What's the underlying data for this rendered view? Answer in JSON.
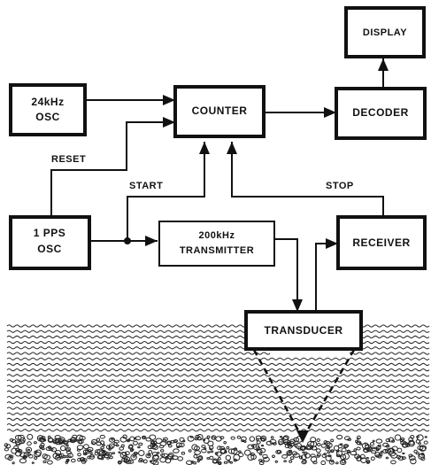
{
  "blocks": {
    "osc_24khz": [
      "24kHz",
      "OSC"
    ],
    "counter": [
      "COUNTER"
    ],
    "decoder": [
      "DECODER"
    ],
    "display": [
      "DISPLAY"
    ],
    "pps_osc": [
      "1 PPS",
      "OSC"
    ],
    "transmitter": [
      "200kHz",
      "TRANSMITTER"
    ],
    "receiver": [
      "RECEIVER"
    ],
    "transducer": [
      "TRANSDUCER"
    ]
  },
  "signals": {
    "reset": "RESET",
    "start": "START",
    "stop": "STOP"
  },
  "scene": {
    "water": "wavy water layer",
    "sea_floor": "pebbled sea bottom",
    "sonar_beam": "dashed sonar beam from transducer to sea floor"
  }
}
